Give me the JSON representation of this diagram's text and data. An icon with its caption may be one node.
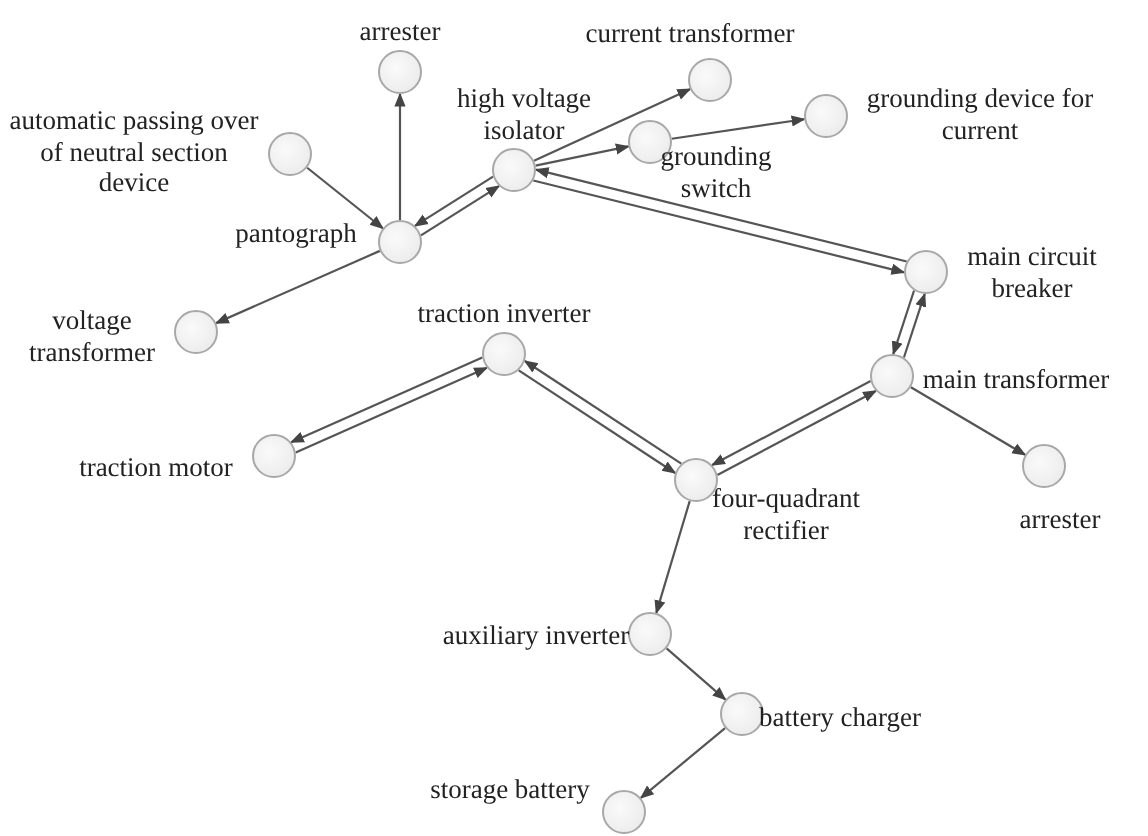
{
  "diagram": {
    "nodes": [
      {
        "text": [],
        "shape": "circle",
        "beside": [
          "arrester"
        ]
      },
      {
        "text": [],
        "shape": "circle",
        "beside": [
          "automatic passing over of neutral section device"
        ]
      },
      {
        "text": [],
        "shape": "circle",
        "beside": [
          "high voltage isolator"
        ]
      },
      {
        "text": [],
        "shape": "circle",
        "beside": [
          "current transformer"
        ]
      },
      {
        "text": [],
        "shape": "circle",
        "beside": [
          "grounding switch"
        ]
      },
      {
        "text": [],
        "shape": "circle",
        "beside": [
          "grounding device for current"
        ]
      },
      {
        "text": [],
        "shape": "circle",
        "beside": [
          "pantograph"
        ]
      },
      {
        "text": [],
        "shape": "circle",
        "beside": [
          "voltage transformer"
        ]
      },
      {
        "text": [],
        "shape": "circle",
        "beside": [
          "main circuit breaker"
        ]
      },
      {
        "text": [],
        "shape": "circle",
        "beside": [
          "traction inverter"
        ]
      },
      {
        "text": [],
        "shape": "circle",
        "beside": [
          "main transformer"
        ]
      },
      {
        "text": [],
        "shape": "circle",
        "beside": [
          "traction motor"
        ]
      },
      {
        "text": [],
        "shape": "circle",
        "beside": [
          "four-quadrant rectifier"
        ]
      },
      {
        "text": [],
        "shape": "circle",
        "beside": [
          "arrester"
        ]
      },
      {
        "text": [],
        "shape": "circle",
        "beside": [
          "auxiliary inverter"
        ]
      },
      {
        "text": [],
        "shape": "circle",
        "beside": [
          "battery charger"
        ]
      },
      {
        "text": [],
        "shape": "circle",
        "beside": [
          "storage battery"
        ]
      }
    ],
    "edges": [
      {
        "from": 1,
        "to": 6,
        "arrow": "to"
      },
      {
        "from": 6,
        "to": 0,
        "arrow": "to"
      },
      {
        "from": 6,
        "to": 2,
        "arrow": "to"
      },
      {
        "from": 2,
        "to": 6,
        "arrow": "to"
      },
      {
        "from": 6,
        "to": 7,
        "arrow": "to"
      },
      {
        "from": 2,
        "to": 3,
        "arrow": "to"
      },
      {
        "from": 2,
        "to": 4,
        "arrow": "to"
      },
      {
        "from": 4,
        "to": 5,
        "arrow": "to"
      },
      {
        "from": 2,
        "to": 8,
        "arrow": "to"
      },
      {
        "from": 8,
        "to": 2,
        "arrow": "to"
      },
      {
        "from": 10,
        "to": 8,
        "arrow": "to"
      },
      {
        "from": 8,
        "to": 10,
        "arrow": "to"
      },
      {
        "from": 10,
        "to": 13,
        "arrow": "to"
      },
      {
        "from": 12,
        "to": 10,
        "arrow": "to"
      },
      {
        "from": 10,
        "to": 12,
        "arrow": "to"
      },
      {
        "from": 9,
        "to": 12,
        "arrow": "to"
      },
      {
        "from": 12,
        "to": 9,
        "arrow": "to"
      },
      {
        "from": 11,
        "to": 9,
        "arrow": "to"
      },
      {
        "from": 9,
        "to": 11,
        "arrow": "to"
      },
      {
        "from": 12,
        "to": 14,
        "arrow": "to"
      },
      {
        "from": 14,
        "to": 15,
        "arrow": "to"
      },
      {
        "from": 15,
        "to": 16,
        "arrow": "to"
      }
    ]
  }
}
